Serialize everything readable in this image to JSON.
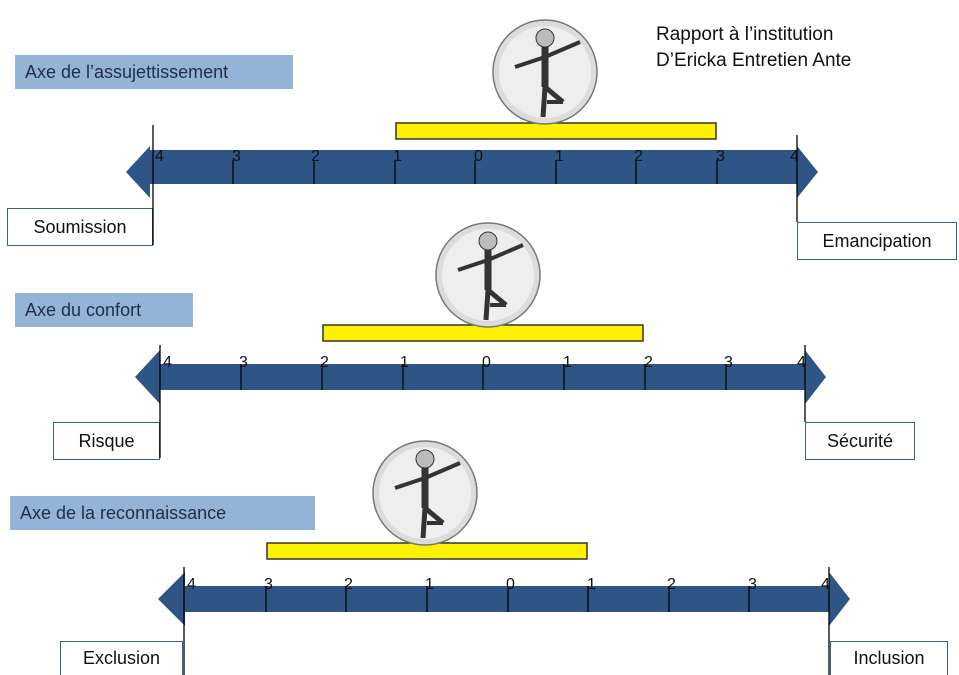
{
  "header": {
    "line1": "Rapport à l’institution",
    "line2": "D’Ericka Entretien Ante"
  },
  "colors": {
    "axis": "#2e5586",
    "bar_fill": "#fff200",
    "bar_stroke": "#333333",
    "title_bg": "#93b3d7"
  },
  "axes": [
    {
      "title": "Axe de l’assujettissement",
      "left_label": "Soumission",
      "right_label": "Emancipation",
      "ticks": [
        "4",
        "3",
        "2",
        "1",
        "0",
        "1",
        "2",
        "3",
        "4"
      ],
      "bar_range": [
        "left 1",
        "right 3"
      ]
    },
    {
      "title": "Axe du confort",
      "left_label": "Risque",
      "right_label": "Sécurité",
      "ticks": [
        "4",
        "3",
        "2",
        "1",
        "0",
        "1",
        "2",
        "3",
        "4"
      ],
      "bar_range": [
        "left 2",
        "right 2"
      ]
    },
    {
      "title": "Axe de la reconnaissance",
      "left_label": "Exclusion",
      "right_label": "Inclusion",
      "ticks": [
        "4",
        "3",
        "2",
        "1",
        "0",
        "1",
        "2",
        "3",
        "4"
      ],
      "bar_range": [
        "left 3",
        "right 1"
      ]
    }
  ],
  "icons": [
    "balancing-figure-in-bubble-icon"
  ]
}
